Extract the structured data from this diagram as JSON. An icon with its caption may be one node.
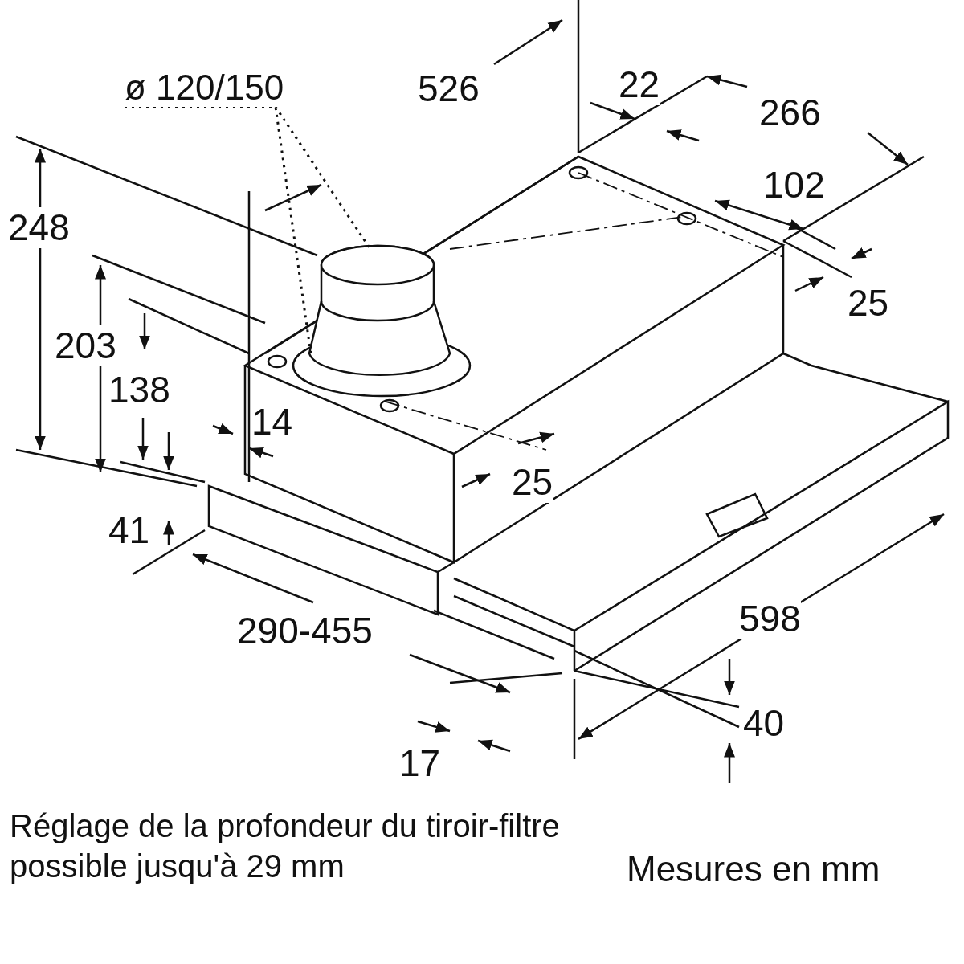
{
  "diagram": {
    "nodes": [
      {
        "text": [
          "ø 120/150"
        ]
      },
      {
        "text": [],
        "shape": "picture"
      }
    ],
    "edges": [
      {
        "from": 0,
        "to": 1,
        "arrow": "none",
        "style": "dashed"
      }
    ],
    "labels": [
      "526",
      "22",
      "266",
      "248",
      "102",
      "25",
      "203",
      "138",
      "14",
      "25",
      "41",
      "290-455",
      "598",
      "40",
      "17",
      "Réglage de la profondeur du tiroir-filtre possible jusqu'à 29 mm",
      "Mesures en mm"
    ]
  }
}
